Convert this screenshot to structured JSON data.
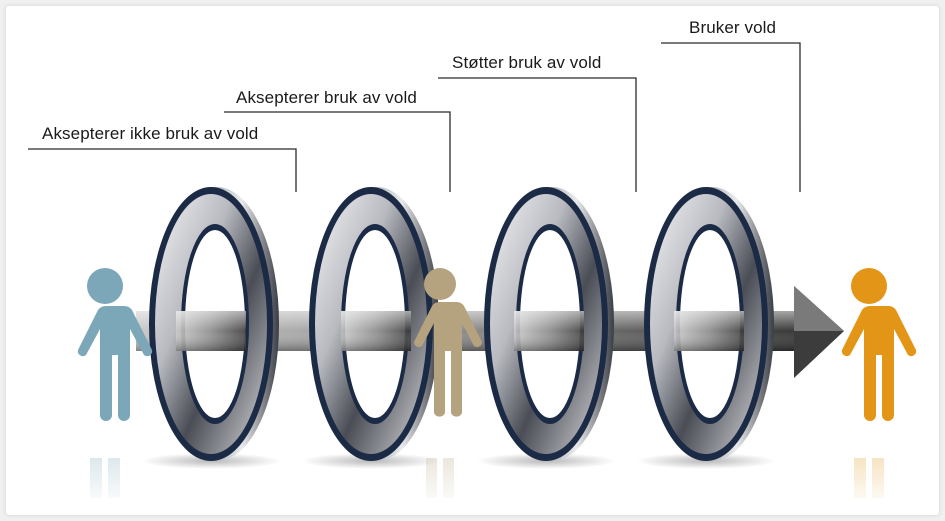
{
  "labels": {
    "stage1": "Aksepterer ikke bruk av vold",
    "stage2": "Aksepterer bruk av vold",
    "stage3": "Støtter bruk av vold",
    "stage4": "Bruker vold"
  },
  "colors": {
    "person_left": "#7ba7b8",
    "person_middle": "#b5a27e",
    "person_right": "#e39517",
    "ring_outer": "#1b2a45",
    "ring_face": "#c9c9c9",
    "arrow": "#6a6a6a",
    "leader_line": "#2b2b2b"
  },
  "icons": [
    "person-icon",
    "ring-icon",
    "arrow-icon"
  ]
}
